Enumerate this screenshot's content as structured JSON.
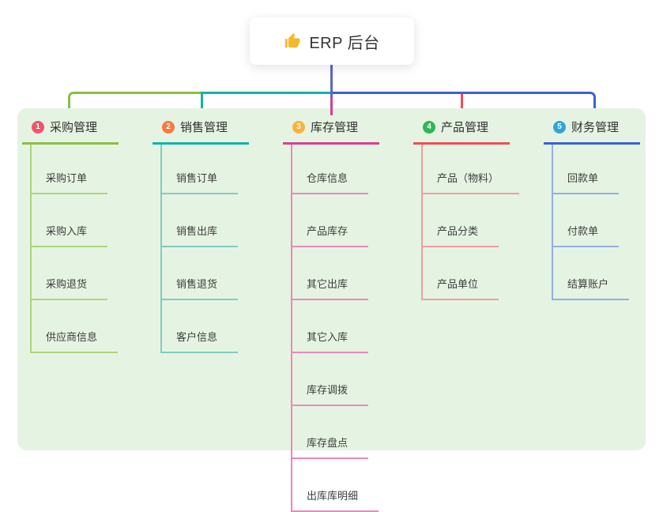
{
  "root": {
    "title": "ERP 后台",
    "icon": "thumbs-up-icon"
  },
  "connectors": {
    "root_line_color": "#5868c6",
    "trunk_green": "#8abf44",
    "trunk_teal": "#14b2ab",
    "trunk_blue": "#3e5fd5",
    "drop_magenta": "#d6418d",
    "drop_red": "#ef4d57"
  },
  "panel": {
    "background": "#e5f4e2"
  },
  "branches": [
    {
      "num": "1",
      "label": "采购管理",
      "color": "#8abf44",
      "light_color": "#abd57d",
      "badge_color": "#f1556c",
      "items": [
        "采购订单",
        "采购入库",
        "采购退货",
        "供应商信息"
      ]
    },
    {
      "num": "2",
      "label": "销售管理",
      "color": "#14b2ab",
      "light_color": "#7fccc4",
      "badge_color": "#f7793d",
      "items": [
        "销售订单",
        "销售出库",
        "销售退货",
        "客户信息"
      ]
    },
    {
      "num": "3",
      "label": "库存管理",
      "color": "#d6418d",
      "light_color": "#ec87bc",
      "badge_color": "#fcb03c",
      "items": [
        "仓库信息",
        "产品库存",
        "其它出库",
        "其它入库",
        "库存调拨",
        "库存盘点",
        "出库库明细"
      ]
    },
    {
      "num": "4",
      "label": "产品管理",
      "color": "#ef4d57",
      "light_color": "#f49ca1",
      "badge_color": "#32b457",
      "items": [
        "产品（物料）",
        "产品分类",
        "产品单位"
      ]
    },
    {
      "num": "5",
      "label": "财务管理",
      "color": "#3e5fd5",
      "light_color": "#92aee4",
      "badge_color": "#31a3dd",
      "items": [
        "回款单",
        "付款单",
        "结算账户"
      ]
    }
  ]
}
